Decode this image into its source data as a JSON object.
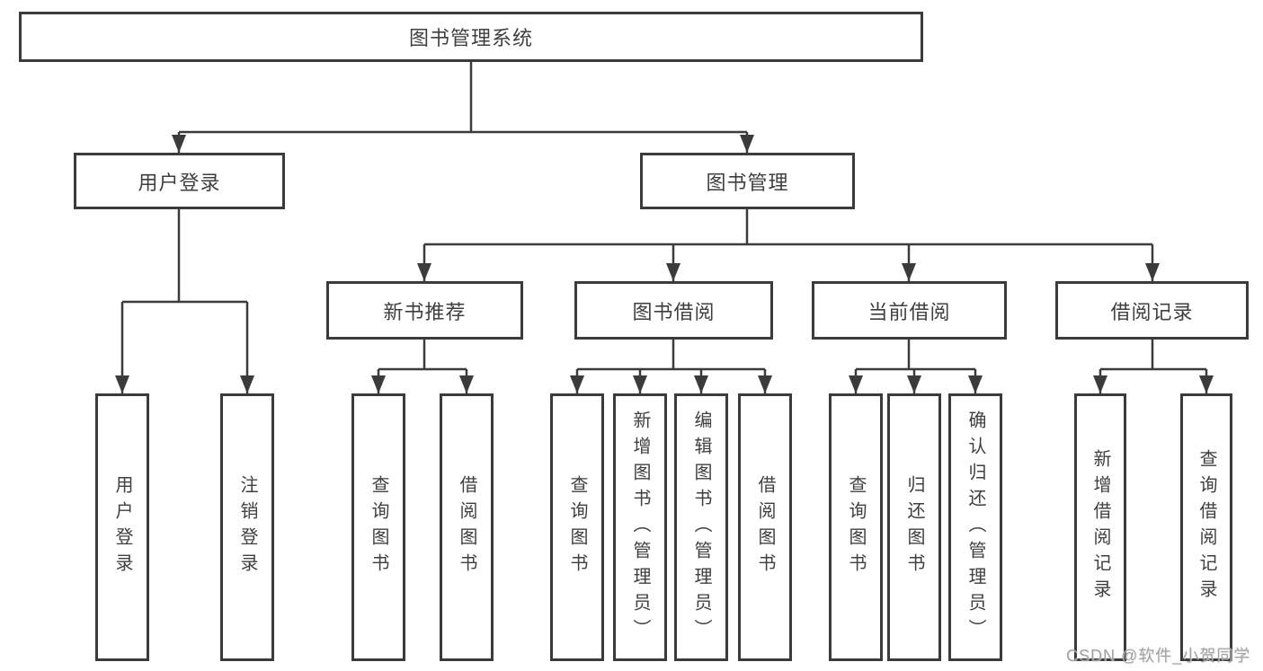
{
  "tree": {
    "label": "图书管理系统",
    "children": [
      {
        "label": "用户登录",
        "children": [
          {
            "label": "用户登录"
          },
          {
            "label": "注销登录"
          }
        ]
      },
      {
        "label": "图书管理",
        "children": [
          {
            "label": "新书推荐",
            "children": [
              {
                "label": "查询图书"
              },
              {
                "label": "借阅图书"
              }
            ]
          },
          {
            "label": "图书借阅",
            "children": [
              {
                "label": "查询图书"
              },
              {
                "label": "新增图书（管理员）"
              },
              {
                "label": "编辑图书（管理员）"
              },
              {
                "label": "借阅图书"
              }
            ]
          },
          {
            "label": "当前借阅",
            "children": [
              {
                "label": "查询图书"
              },
              {
                "label": "归还图书"
              },
              {
                "label": "确认归还（管理员）"
              }
            ]
          },
          {
            "label": "借阅记录",
            "children": [
              {
                "label": "新增借阅记录"
              },
              {
                "label": "查询借阅记录"
              }
            ]
          }
        ]
      }
    ]
  },
  "watermark": {
    "text": "CSDN @软件_小贺同学"
  },
  "colors": {
    "line": "#3b3b3b",
    "text": "#3f3f3f",
    "background": "#ffffff",
    "watermark": "#9e9e9e"
  }
}
